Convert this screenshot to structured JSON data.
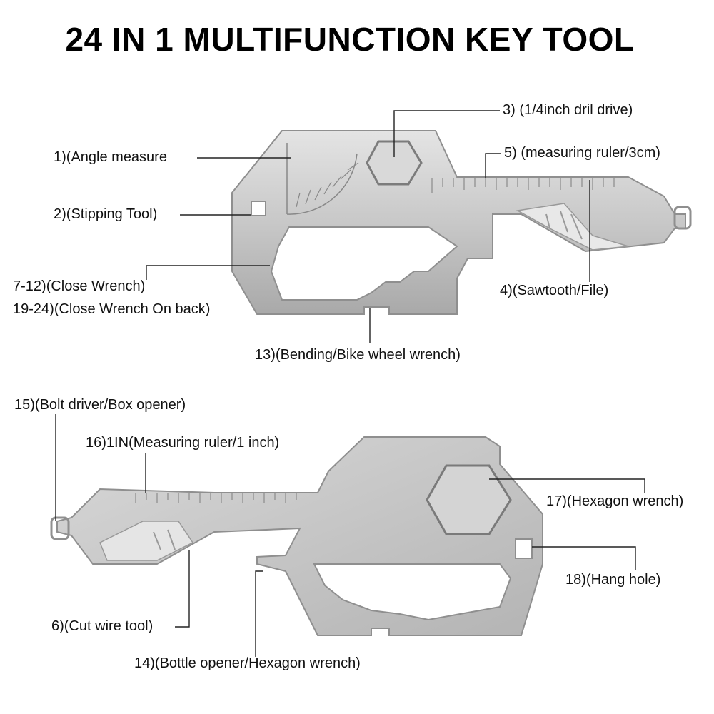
{
  "title": "24 IN 1 MULTIFUNCTION KEY TOOL",
  "labels": {
    "l1": "1)(Angle measure",
    "l2": "2)(Stipping Tool)",
    "l3": "3) (1/4inch dril drive)",
    "l4": "4)(Sawtooth/File)",
    "l5": "5) (measuring ruler/3cm)",
    "l7": "7-12)(Close Wrench)",
    "l19": "19-24)(Close Wrench On back)",
    "l13": "13)(Bending/Bike wheel wrench)",
    "l15": "15)(Bolt driver/Box opener)",
    "l16": "16)1IN(Measuring ruler/1 inch)",
    "l17": "17)(Hexagon wrench)",
    "l18": "18)(Hang hole)",
    "l6": "6)(Cut wire tool)",
    "l14": "14)(Bottle opener/Hexagon wrench)"
  },
  "colors": {
    "metal": "#c9c9c9",
    "metal_dark": "#9c9c9c",
    "metal_light": "#e6e6e6"
  }
}
